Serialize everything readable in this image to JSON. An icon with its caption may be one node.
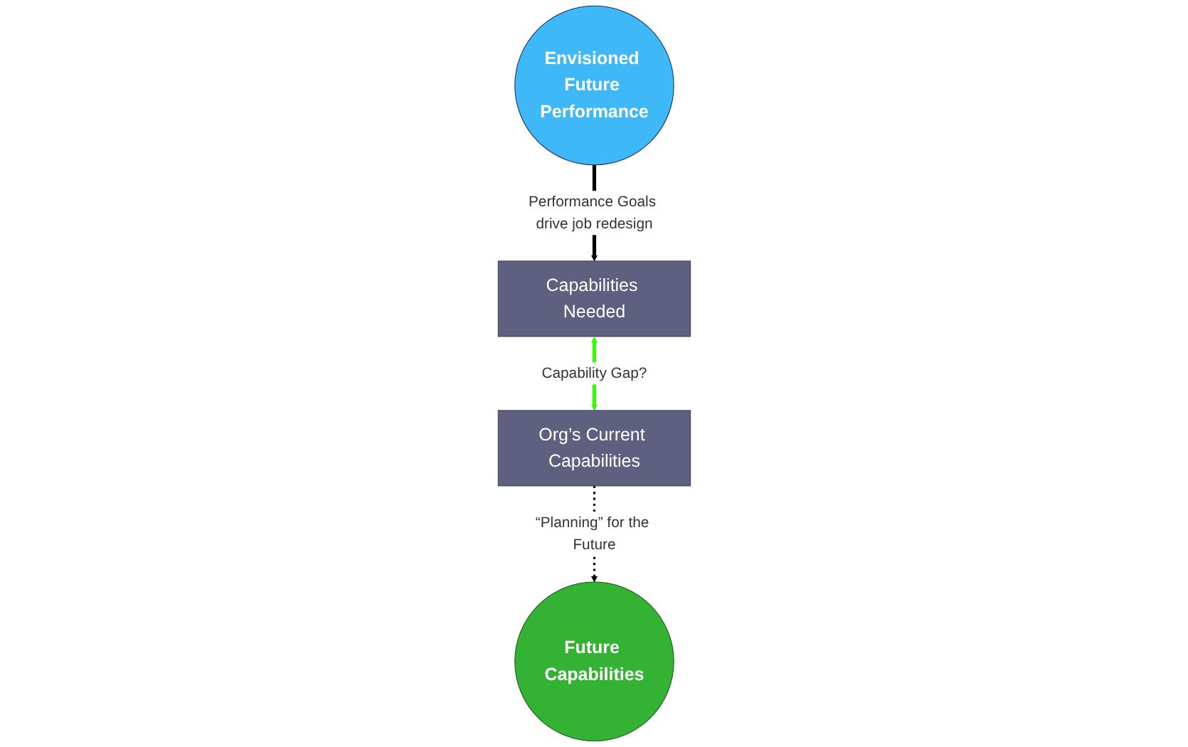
{
  "diagram": {
    "nodes": [
      {
        "text": [
          "Capabilities Needed"
        ]
      },
      {
        "text": [
          "Envisioned Future Performance"
        ]
      },
      {
        "text": [
          "Org’s Current Capabilities"
        ]
      },
      {
        "text": [
          "Future Capabilities"
        ]
      }
    ],
    "edges": [
      {
        "from": 1,
        "to": 0,
        "arrow": "to",
        "label": "Performance Goals drive job redesign"
      },
      {
        "from": 0,
        "to": 2,
        "arrow": "both",
        "label": "Capability Gap?",
        "color": "#33ff00"
      },
      {
        "from": 2,
        "to": 3,
        "arrow": "to",
        "label": "“Planning” for the Future",
        "style": "dashed"
      }
    ]
  }
}
